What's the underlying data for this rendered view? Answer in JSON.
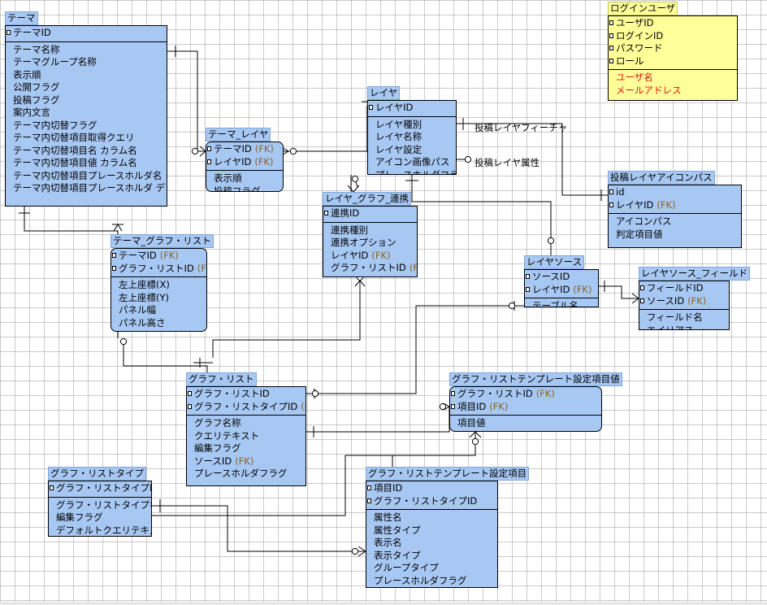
{
  "entities": {
    "theme": {
      "title": "テーマ",
      "keys": [
        "テーマID"
      ],
      "attrs": [
        "テーマ名称",
        "テーマグループ名称",
        "表示順",
        "公開フラグ",
        "投稿フラグ",
        "案内文言",
        "テーマ内切替フラグ",
        "テーマ内切替項目取得クエリ",
        "テーマ内切替項目名 カラム名",
        "テーマ内切替項目値 カラム名",
        "テーマ内切替項目プレースホルダ名",
        "テーマ内切替項目プレースホルダ デフォル"
      ]
    },
    "theme_layer": {
      "title": "テーマ_レイヤ",
      "keys": [
        "テーマID",
        "レイヤID"
      ],
      "key_fk": [
        "(FK)",
        "(FK)"
      ],
      "attrs": [
        "表示順",
        "投稿フラグ"
      ]
    },
    "layer": {
      "title": "レイヤ",
      "keys": [
        "レイヤID"
      ],
      "attrs": [
        "レイヤ種別",
        "レイヤ名称",
        "レイヤ設定",
        "アイコン画像パス",
        "プレースホルダフラグ"
      ]
    },
    "login_user": {
      "title": "ログインユーザ",
      "keys": [
        "ユーザID",
        "ログインID",
        "パスワード",
        "ロール"
      ],
      "attrs": [
        "ユーザ名",
        "メールアドレス"
      ]
    },
    "post_icon_path": {
      "title": "投稿レイヤアイコンパス",
      "keys": [
        "id",
        "レイヤID"
      ],
      "key_fk": [
        "",
        "(FK)"
      ],
      "attrs": [
        "アイコンパス",
        "判定項目値"
      ]
    },
    "layer_graph_link": {
      "title": "レイヤ_グラフ_連携",
      "keys": [
        "連携ID"
      ],
      "attrs": [
        "連携種別",
        "連携オプション",
        "レイヤID",
        "グラフ・リストID"
      ],
      "attr_fk": [
        "",
        "",
        "(FK)",
        "(FK)"
      ]
    },
    "theme_graph_list": {
      "title": "テーマ_グラフ・リスト",
      "keys": [
        "テーマID",
        "グラフ・リストID"
      ],
      "key_fk": [
        "(FK)",
        "(FK)"
      ],
      "attrs": [
        "左上座標(X)",
        "左上座標(Y)",
        "パネル幅",
        "パネル高さ"
      ]
    },
    "layer_source": {
      "title": "レイヤソース",
      "keys": [
        "ソースID",
        "レイヤID"
      ],
      "key_fk": [
        "",
        "(FK)"
      ],
      "attrs": [
        "テーブル名"
      ]
    },
    "layer_source_field": {
      "title": "レイヤソース_フィールド",
      "keys": [
        "フィールドID",
        "ソースID"
      ],
      "key_fk": [
        "",
        "(FK)"
      ],
      "attrs": [
        "フィールド名",
        "エイリアス"
      ]
    },
    "graph_list": {
      "title": "グラフ・リスト",
      "keys": [
        "グラフ・リストID",
        "グラフ・リストタイプID"
      ],
      "key_fk": [
        "",
        "(FK)"
      ],
      "attrs": [
        "グラフ名称",
        "クエリテキスト",
        "編集フラグ",
        "ソースID",
        "プレースホルダフラグ"
      ],
      "attr_fk": [
        "",
        "",
        "",
        "(FK)",
        ""
      ]
    },
    "template_item_value": {
      "title": "グラフ・リストテンプレート設定項目値",
      "keys": [
        "グラフ・リストID",
        "項目ID"
      ],
      "key_fk": [
        "(FK)",
        "(FK)"
      ],
      "attrs": [
        "項目値"
      ]
    },
    "graph_list_type": {
      "title": "グラフ・リストタイプ",
      "keys": [
        "グラフ・リストタイプID"
      ],
      "attrs": [
        "グラフ・リストタイプ名称",
        "編集フラグ",
        "デフォルトクエリテキスト"
      ]
    },
    "template_item": {
      "title": "グラフ・リストテンプレート設定項目",
      "keys": [
        "項目ID",
        "グラフ・リストタイプID"
      ],
      "attrs": [
        "属性名",
        "属性タイプ",
        "表示名",
        "表示タイプ",
        "グループタイプ",
        "プレースホルダフラグ"
      ]
    }
  },
  "labels": {
    "post_layer_feature": "投稿レイヤフィーチャ",
    "post_layer_attr": "投稿レイヤ属性"
  },
  "colors": {
    "entity_fill": "#a8c8f4",
    "user_entity_fill": "#ffff99",
    "fk_text": "#8a6420",
    "red_text": "#e01010"
  }
}
